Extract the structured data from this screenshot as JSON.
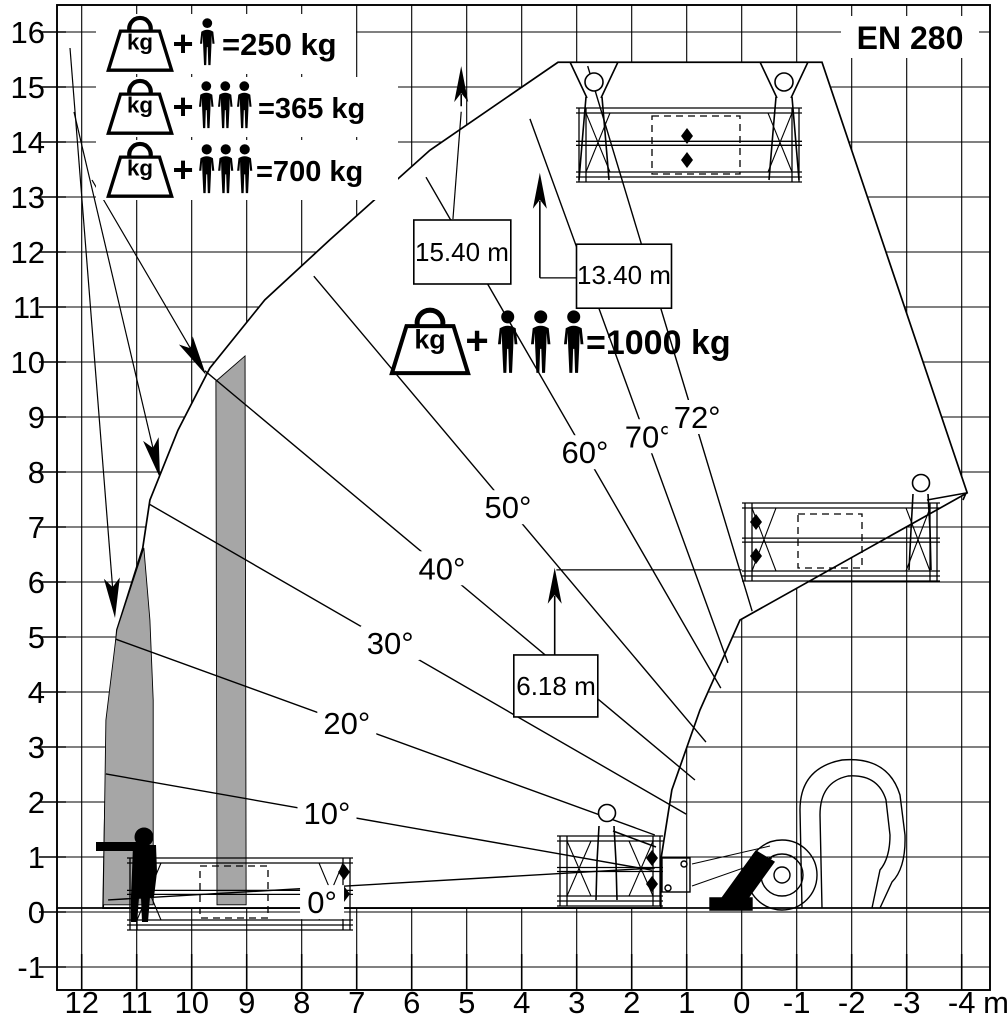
{
  "standard_label": "EN 280",
  "weight_icon_label": "kg",
  "plus_sign": "+",
  "axis": {
    "x_labels": [
      "12",
      "11",
      "10",
      "9",
      "8",
      "7",
      "6",
      "5",
      "4",
      "3",
      "2",
      "1",
      "0",
      "-1",
      "-2",
      "-3",
      "-4"
    ],
    "x_unit": "m",
    "y_labels": [
      "16",
      "15",
      "14",
      "13",
      "12",
      "11",
      "10",
      "9",
      "8",
      "7",
      "6",
      "5",
      "4",
      "3",
      "2",
      "1",
      "0",
      "-1"
    ]
  },
  "capacity_legend": [
    {
      "persons": 1,
      "label": "=250 kg"
    },
    {
      "persons": 3,
      "label": "=365 kg"
    },
    {
      "persons": 3,
      "label": "=700 kg"
    }
  ],
  "capacity_note": {
    "persons": 3,
    "label": "=1000 kg"
  },
  "height_markers": [
    "15.40 m",
    "13.40 m",
    "6.18 m"
  ],
  "chart_data": {
    "type": "area",
    "title": "EN 280",
    "x_axis": {
      "unit": "m",
      "ticks": [
        12,
        11,
        10,
        9,
        8,
        7,
        6,
        5,
        4,
        3,
        2,
        1,
        0,
        -1,
        -2,
        -3,
        -4
      ],
      "reversed": true,
      "grid": true
    },
    "y_axis": {
      "unit": "m",
      "ticks": [
        16,
        15,
        14,
        13,
        12,
        11,
        10,
        9,
        8,
        7,
        6,
        5,
        4,
        3,
        2,
        1,
        0,
        -1
      ],
      "grid": true
    },
    "envelope_m": [
      [
        11.61,
        0.07
      ],
      [
        11.58,
        1.67
      ],
      [
        11.56,
        2.4
      ],
      [
        11.36,
        5.13
      ],
      [
        10.89,
        6.62
      ],
      [
        10.76,
        7.49
      ],
      [
        10.25,
        8.76
      ],
      [
        9.67,
        9.89
      ],
      [
        8.67,
        11.13
      ],
      [
        7.49,
        12.22
      ],
      [
        5.67,
        13.85
      ],
      [
        3.34,
        15.45
      ],
      [
        -1.46,
        15.45
      ],
      [
        -4.1,
        7.62
      ],
      [
        0.03,
        5.31
      ],
      [
        0.76,
        3.67
      ],
      [
        1.27,
        2.22
      ],
      [
        1.47,
        0.95
      ],
      [
        1.47,
        0.07
      ]
    ],
    "restricted_zones_m": [
      [
        [
          10.87,
          6.62
        ],
        [
          10.76,
          5.31
        ],
        [
          10.7,
          3.85
        ],
        [
          10.7,
          0.13
        ],
        [
          11.61,
          0.13
        ],
        [
          11.56,
          3.49
        ],
        [
          11.36,
          5.13
        ]
      ],
      [
        [
          9.56,
          9.65
        ],
        [
          9.03,
          10.11
        ],
        [
          9.01,
          0.13
        ],
        [
          9.54,
          0.13
        ]
      ]
    ],
    "boom_angle_lines": [
      {
        "label": "0°",
        "from": [
          11.52,
          0.22
        ],
        "to": [
          1.58,
          0.8
        ],
        "label_at": [
          7.63,
          0.18
        ]
      },
      {
        "label": "10°",
        "from": [
          11.56,
          2.51
        ],
        "to": [
          1.63,
          0.76
        ],
        "label_at": [
          7.54,
          1.8
        ]
      },
      {
        "label": "20°",
        "from": [
          11.38,
          4.96
        ],
        "to": [
          1.58,
          1.4
        ],
        "label_at": [
          7.18,
          3.44
        ]
      },
      {
        "label": "30°",
        "from": [
          10.78,
          7.42
        ],
        "to": [
          1.01,
          1.78
        ],
        "label_at": [
          6.39,
          4.89
        ]
      },
      {
        "label": "40°",
        "from": [
          9.76,
          9.84
        ],
        "to": [
          0.85,
          2.4
        ],
        "label_at": [
          5.45,
          6.25
        ]
      },
      {
        "label": "50°",
        "from": [
          7.78,
          11.56
        ],
        "to": [
          0.65,
          3.09
        ],
        "label_at": [
          4.25,
          7.36
        ]
      },
      {
        "label": "60°",
        "from": [
          5.74,
          13.36
        ],
        "to": [
          0.38,
          4.07
        ],
        "label_at": [
          2.85,
          8.36
        ]
      },
      {
        "label": "70°",
        "from": [
          3.85,
          14.42
        ],
        "to": [
          0.25,
          4.53
        ],
        "label_at": [
          1.7,
          8.65
        ]
      },
      {
        "label": "72°",
        "from": [
          2.8,
          15.38
        ],
        "to": [
          -0.19,
          5.47
        ],
        "label_at": [
          0.81,
          9.0
        ]
      }
    ],
    "height_markers": [
      {
        "label": "15.40 m",
        "box_at": [
          5.08,
          12.0
        ],
        "arrow_tip": [
          5.1,
          15.38
        ],
        "arrow_tail": [
          5.1,
          14.65
        ],
        "leader": [
          [
            5.25,
            12.6
          ],
          [
            5.1,
            14.55
          ]
        ]
      },
      {
        "label": "13.40 m",
        "box_at": [
          2.14,
          11.56
        ],
        "arrow_tip": [
          3.67,
          13.44
        ],
        "arrow_tail": [
          3.67,
          11.53
        ],
        "connector": [
          [
            3.67,
            11.53
          ],
          [
            2.99,
            11.53
          ]
        ]
      },
      {
        "label": "6.18 m",
        "box_at": [
          3.38,
          4.11
        ],
        "arrow_tip": [
          3.4,
          6.26
        ],
        "arrow_tail": [
          3.4,
          4.67
        ],
        "hline": [
          [
            3.37,
            6.22
          ],
          [
            0.0,
            6.22
          ]
        ]
      }
    ]
  }
}
